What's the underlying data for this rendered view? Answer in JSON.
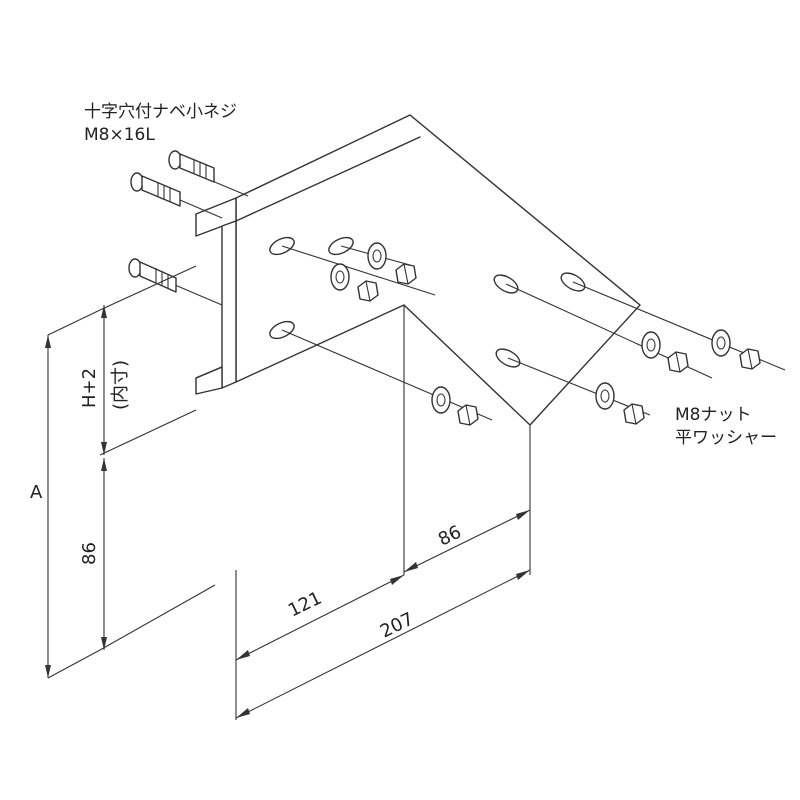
{
  "labels": {
    "screw_name": "十字穴付ナベ小ネジ",
    "screw_size": "M8×16L",
    "nut_name": "M8ナット",
    "washer_name": "平ワッシャー"
  },
  "dimensions": {
    "a": "A",
    "h_plus_2": "H+2",
    "inner": "(内寸)",
    "lower_86": "86",
    "right_86": "86",
    "d121": "121",
    "d207": "207"
  },
  "colors": {
    "line": "#333333",
    "background": "#ffffff"
  }
}
